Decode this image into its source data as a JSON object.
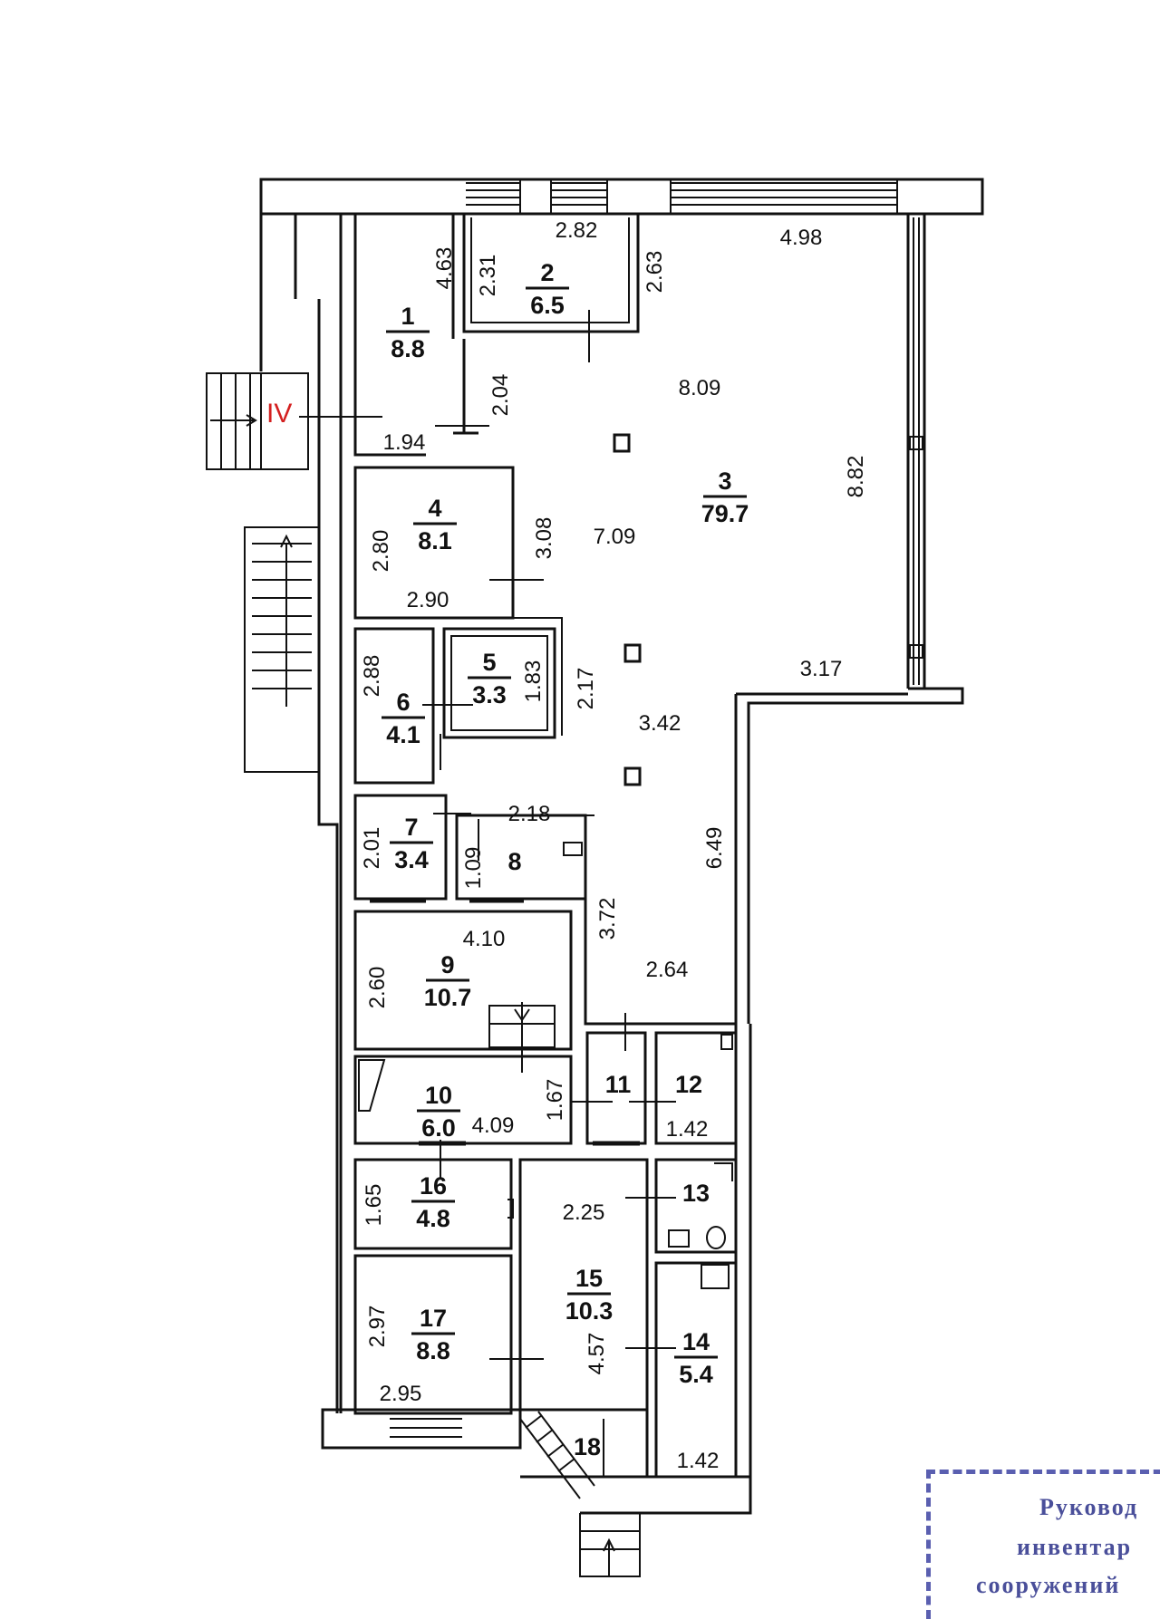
{
  "plan": {
    "entrance_label": "IV",
    "rooms": [
      {
        "id": "1",
        "number": "1",
        "area": "8.8"
      },
      {
        "id": "2",
        "number": "2",
        "area": "6.5"
      },
      {
        "id": "3",
        "number": "3",
        "area": "79.7"
      },
      {
        "id": "4",
        "number": "4",
        "area": "8.1"
      },
      {
        "id": "5",
        "number": "5",
        "area": "3.3"
      },
      {
        "id": "6",
        "number": "6",
        "area": "4.1"
      },
      {
        "id": "7",
        "number": "7",
        "area": "3.4"
      },
      {
        "id": "8",
        "number": "8",
        "area": ""
      },
      {
        "id": "9",
        "number": "9",
        "area": "10.7"
      },
      {
        "id": "10",
        "number": "10",
        "area": "6.0"
      },
      {
        "id": "11",
        "number": "11",
        "area": ""
      },
      {
        "id": "12",
        "number": "12",
        "area": ""
      },
      {
        "id": "13",
        "number": "13",
        "area": ""
      },
      {
        "id": "14",
        "number": "14",
        "area": "5.4"
      },
      {
        "id": "15",
        "number": "15",
        "area": "10.3"
      },
      {
        "id": "16",
        "number": "16",
        "area": "4.8"
      },
      {
        "id": "17",
        "number": "17",
        "area": "8.8"
      },
      {
        "id": "18",
        "number": "18",
        "area": ""
      }
    ],
    "dimensions": [
      {
        "id": "d1",
        "text": "4.63"
      },
      {
        "id": "d2",
        "text": "2.31"
      },
      {
        "id": "d3",
        "text": "2.82"
      },
      {
        "id": "d4",
        "text": "2.63"
      },
      {
        "id": "d5",
        "text": "4.98"
      },
      {
        "id": "d6",
        "text": "2.04"
      },
      {
        "id": "d7",
        "text": "1.94"
      },
      {
        "id": "d8",
        "text": "8.09"
      },
      {
        "id": "d9",
        "text": "8.82"
      },
      {
        "id": "d10",
        "text": "2.80"
      },
      {
        "id": "d11",
        "text": "3.08"
      },
      {
        "id": "d12",
        "text": "7.09"
      },
      {
        "id": "d13",
        "text": "2.90"
      },
      {
        "id": "d14",
        "text": "2.88"
      },
      {
        "id": "d15",
        "text": "1.83"
      },
      {
        "id": "d16",
        "text": "2.17"
      },
      {
        "id": "d17",
        "text": "3.17"
      },
      {
        "id": "d18",
        "text": "3.42"
      },
      {
        "id": "d19",
        "text": "2.01"
      },
      {
        "id": "d20",
        "text": "2.18"
      },
      {
        "id": "d21",
        "text": "1.09"
      },
      {
        "id": "d22",
        "text": "6.49"
      },
      {
        "id": "d23",
        "text": "3.72"
      },
      {
        "id": "d24",
        "text": "4.10"
      },
      {
        "id": "d25",
        "text": "2.60"
      },
      {
        "id": "d26",
        "text": "2.64"
      },
      {
        "id": "d27",
        "text": "1.67"
      },
      {
        "id": "d28",
        "text": "4.09"
      },
      {
        "id": "d29",
        "text": "1.42"
      },
      {
        "id": "d30",
        "text": "1.65"
      },
      {
        "id": "d31",
        "text": "2.25"
      },
      {
        "id": "d32",
        "text": "2.97"
      },
      {
        "id": "d33",
        "text": "4.57"
      },
      {
        "id": "d34",
        "text": "2.95"
      },
      {
        "id": "d35",
        "text": "1.42"
      }
    ]
  },
  "stamp": {
    "line1": "Руковод",
    "line2": "инвентар",
    "line3": "сооружений"
  },
  "colors": {
    "walls": "#111111",
    "entrance_label": "#d42020",
    "stamp": "#4a4f9a"
  }
}
